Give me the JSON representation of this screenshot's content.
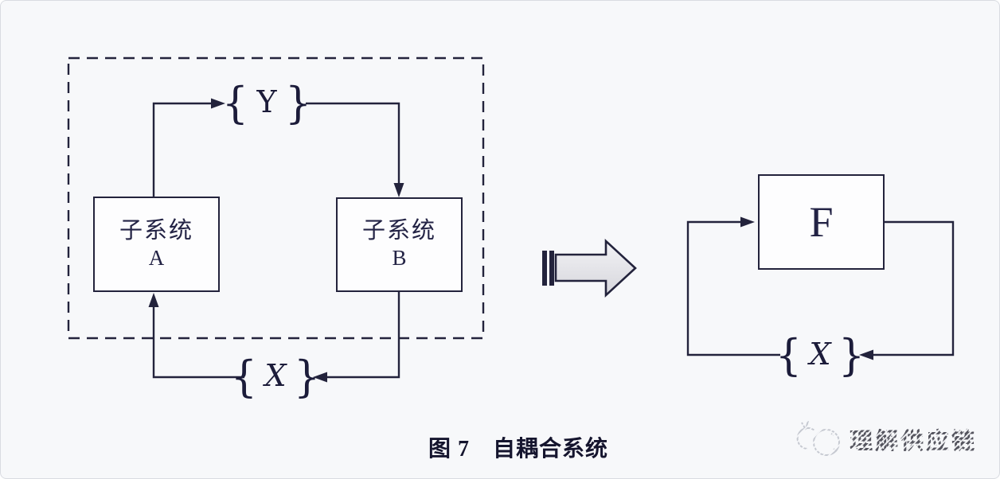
{
  "figure": {
    "caption": "图 7　自耦合系统",
    "watermark_text": "理解供应链"
  },
  "coupled_system": {
    "description": "two coupled subsystems inside dashed boundary",
    "subsystem_a": {
      "label": "子系统",
      "sub": "A"
    },
    "subsystem_b": {
      "label": "子系统",
      "sub": "B"
    },
    "signal_y": {
      "label": "Y"
    },
    "signal_x": {
      "label": "X"
    }
  },
  "self_coupled_system": {
    "description": "equivalent single system with feedback",
    "function_f": {
      "label": "F"
    },
    "signal_x": {
      "label": "X"
    }
  },
  "decor": {
    "brace_left": "{",
    "brace_right": "}"
  },
  "colors": {
    "background": "#f7f8fa",
    "line": "#23233c",
    "text": "#232345",
    "box_fill": "#fdfdfe",
    "transform_arrow_fill_top": "#f3f3f6",
    "transform_arrow_fill_bottom": "#d6d6dc",
    "watermark_text": "#55555f",
    "watermark_logo": "#c6c9d1"
  }
}
